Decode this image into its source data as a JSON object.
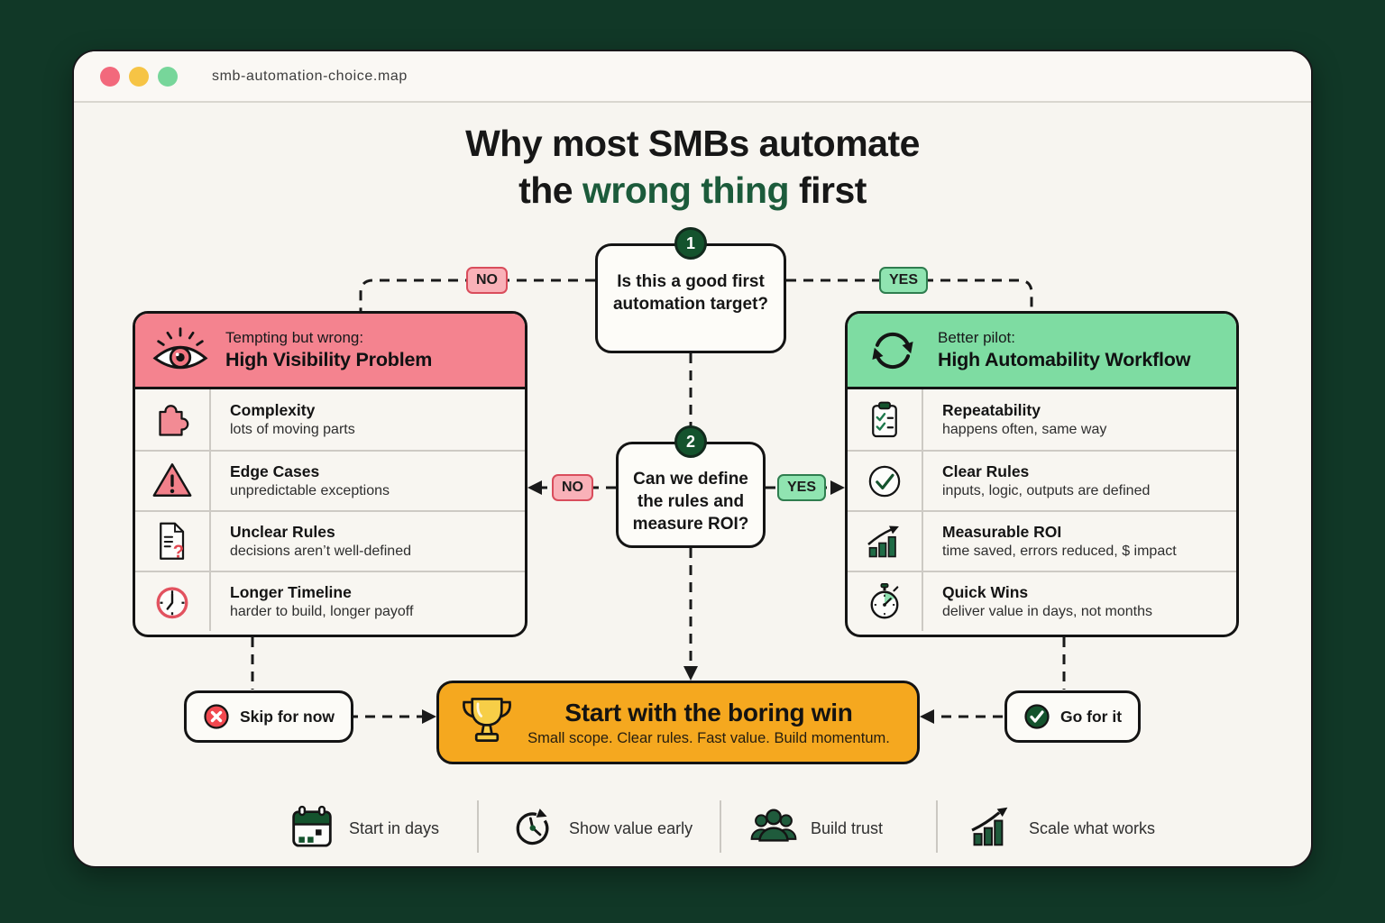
{
  "window": {
    "title": "smb-automation-choice.map"
  },
  "heading": {
    "line1": "Why most SMBs automate",
    "line2_pre": "the ",
    "line2_highlight": "wrong thing",
    "line2_post": " first"
  },
  "decisions": {
    "d1": {
      "number": "1",
      "question": "Is this a good first automation target?"
    },
    "d2": {
      "number": "2",
      "question": "Can we define the rules and measure ROI?"
    }
  },
  "branch_labels": {
    "no1": "NO",
    "yes1": "YES",
    "no2": "NO",
    "yes2": "YES"
  },
  "wrong_panel": {
    "icon": "eye-icon",
    "kicker": "Tempting but wrong:",
    "title": "High Visibility Problem",
    "rows": [
      {
        "icon": "puzzle-icon",
        "title": "Complexity",
        "desc": "lots of moving parts"
      },
      {
        "icon": "warning-icon",
        "title": "Edge Cases",
        "desc": "unpredictable exceptions"
      },
      {
        "icon": "document-question-icon",
        "title": "Unclear Rules",
        "desc": "decisions aren’t well-defined"
      },
      {
        "icon": "clock-icon",
        "title": "Longer Timeline",
        "desc": "harder to build, longer payoff"
      }
    ]
  },
  "better_panel": {
    "icon": "refresh-icon",
    "kicker": "Better pilot:",
    "title": "High Automability Workflow",
    "rows": [
      {
        "icon": "clipboard-checks-icon",
        "title": "Repeatability",
        "desc": "happens often, same way"
      },
      {
        "icon": "check-circle-icon",
        "title": "Clear Rules",
        "desc": "inputs, logic, outputs are defined"
      },
      {
        "icon": "roi-chart-icon",
        "title": "Measurable ROI",
        "desc": "time saved, errors reduced, $ impact"
      },
      {
        "icon": "stopwatch-icon",
        "title": "Quick Wins",
        "desc": "deliver value in days, not months"
      }
    ]
  },
  "outcome": {
    "icon": "trophy-icon",
    "title": "Start with the boring win",
    "subtitle": "Small scope. Clear rules. Fast value. Build momentum."
  },
  "actions": {
    "skip": "Skip for now",
    "go": "Go for it"
  },
  "footer": {
    "items": [
      {
        "icon": "calendar-icon",
        "label": "Start in days"
      },
      {
        "icon": "clock-arrow-icon",
        "label": "Show value early"
      },
      {
        "icon": "people-icon",
        "label": "Build trust"
      },
      {
        "icon": "growth-chart-icon",
        "label": "Scale what works"
      }
    ]
  },
  "colors": {
    "background": "#113827",
    "window": "#F7F5F0",
    "pink": "#F4838F",
    "green": "#7EDCA2",
    "dark_green": "#14532D",
    "orange": "#F5A81F",
    "red": "#F1484F",
    "highlight_text": "#1C5B3B",
    "traffic_red": "#F2697C",
    "traffic_yellow": "#F6C445",
    "traffic_green": "#77D69A"
  }
}
